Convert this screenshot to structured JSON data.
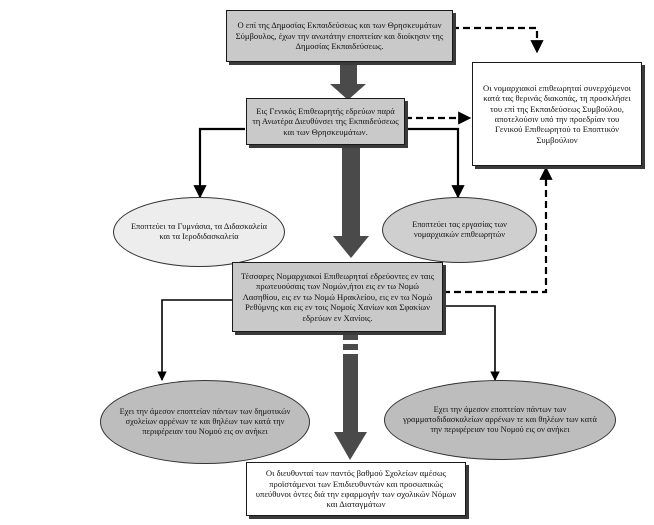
{
  "nodes": {
    "top_box": "Ο επί της Δημοσίας Εκπαιδεύσεως και των Θρησκευμάτων Σύμβουλος, έχων την ανωτάτην εποπτείαν και διοίκησιν της Δημοσίας Εκπαιδεύσεως.",
    "inspector_general_box": "Εις Γενικός Επιθεωρητής εδρεύων παρά τη Ανωτέρα Διευθύνσει της Εκπαιδεύσεως και των Θρησκευμάτων.",
    "nomarch_inspectors_note": "Οι νομαρχιακοί επιθεωρηταί συνερχόμενοι κατά τας θερινάς διακοπάς, τη προσκλήσει του επί της Εκπαιδεύσεως Συμβούλου, αποτελούσιν υπό την προεδρίαν του Γενικού Επιθεωρητού το Εποπτικόν Συμβούλιον",
    "left_upper_ellipse": "Εποπτεύει τα Γυμνάσια, τα Διδασκαλεία και τα Ιεροδιδασκαλεία",
    "right_upper_ellipse": "Εποπτεύει τας εργασίας των νομαρχιακών επιθεωρητών",
    "four_inspectors_box": "Τέσσαρες Νομαρχιακοί Επιθεωρηταί εδρεύοντες εν ταις πρωτευούσαις των Νομών,ήτοι εις εν τω Νομώ Λασηθίου, εις εν τω Νομώ Ηρακλείου, εις εν τω Νομώ Ρεθύμνης και εις εν τοις Νομοίς Χανίων και Σφακίων εδρεύων εν Χανίοις.",
    "left_lower_ellipse": "Εχει την άμεσον εποπτείαν πάντων των δημοτικών σχολείων αρρένων τε και θηλέων των κατά την περιφέρειαν του Νομού εις ον ανήκει",
    "right_lower_ellipse": "Εχει την άμεσον εποπτείαν πάντων των γραμματοδιδασκαλείων αρρένων τε και θηλέων των κατά την περιφέρειαν του Νομού εις ον ανήκει",
    "bottom_box": "Οι διευθυνταί των παντός βαθμού Σχολείων αμέσως προϊστάμενοι των Επιδιευθυντών και προσωπικώς υπεύθυνοι όντες διά την εφαρμογήν των σχολικών Νόμων και Διαταγμάτων"
  },
  "colors": {
    "box_fill": "#c9c9c9",
    "arrow_fill": "#4a4a4a",
    "line": "#000000"
  }
}
